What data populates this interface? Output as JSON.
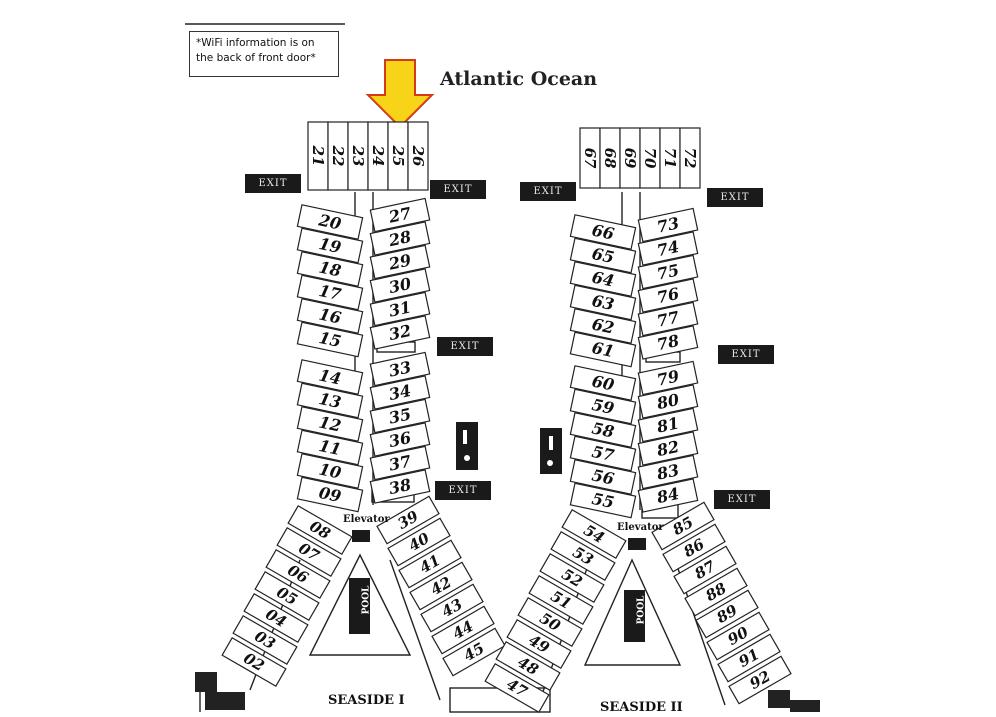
{
  "wifi_note": "*WiFi information is on the back of front door*",
  "ocean_label": "Atlantic Ocean",
  "exit_label": "EXIT",
  "elevator_label": "Elevator",
  "pool_label": "POOL",
  "building_1": {
    "name": "SEASIDE I",
    "top_row": [
      "21",
      "22",
      "23",
      "24",
      "25",
      "26"
    ],
    "left_column": [
      "20",
      "19",
      "18",
      "17",
      "16",
      "15",
      "14",
      "13",
      "12",
      "11",
      "10",
      "09"
    ],
    "right_column": [
      "27",
      "28",
      "29",
      "30",
      "31",
      "32",
      "33",
      "34",
      "35",
      "36",
      "37",
      "38"
    ],
    "left_wing": [
      "08",
      "07",
      "06",
      "05",
      "04",
      "03",
      "02"
    ],
    "right_wing": [
      "39",
      "40",
      "41",
      "42",
      "43",
      "44",
      "45"
    ]
  },
  "building_2": {
    "name": "SEASIDE II",
    "top_row": [
      "67",
      "68",
      "69",
      "70",
      "71",
      "72"
    ],
    "left_column": [
      "66",
      "65",
      "64",
      "63",
      "62",
      "61",
      "60",
      "59",
      "58",
      "57",
      "56",
      "55"
    ],
    "right_column": [
      "73",
      "74",
      "75",
      "76",
      "77",
      "78",
      "79",
      "80",
      "81",
      "82",
      "83",
      "84"
    ],
    "left_wing": [
      "54",
      "53",
      "52",
      "51",
      "50",
      "49",
      "48",
      "47"
    ],
    "right_wing": [
      "85",
      "86",
      "87",
      "88",
      "89",
      "90",
      "91",
      "92"
    ]
  },
  "highlight": {
    "unit": "25",
    "arrow_color": "#f7d417",
    "arrow_outline": "#d43b1a"
  }
}
